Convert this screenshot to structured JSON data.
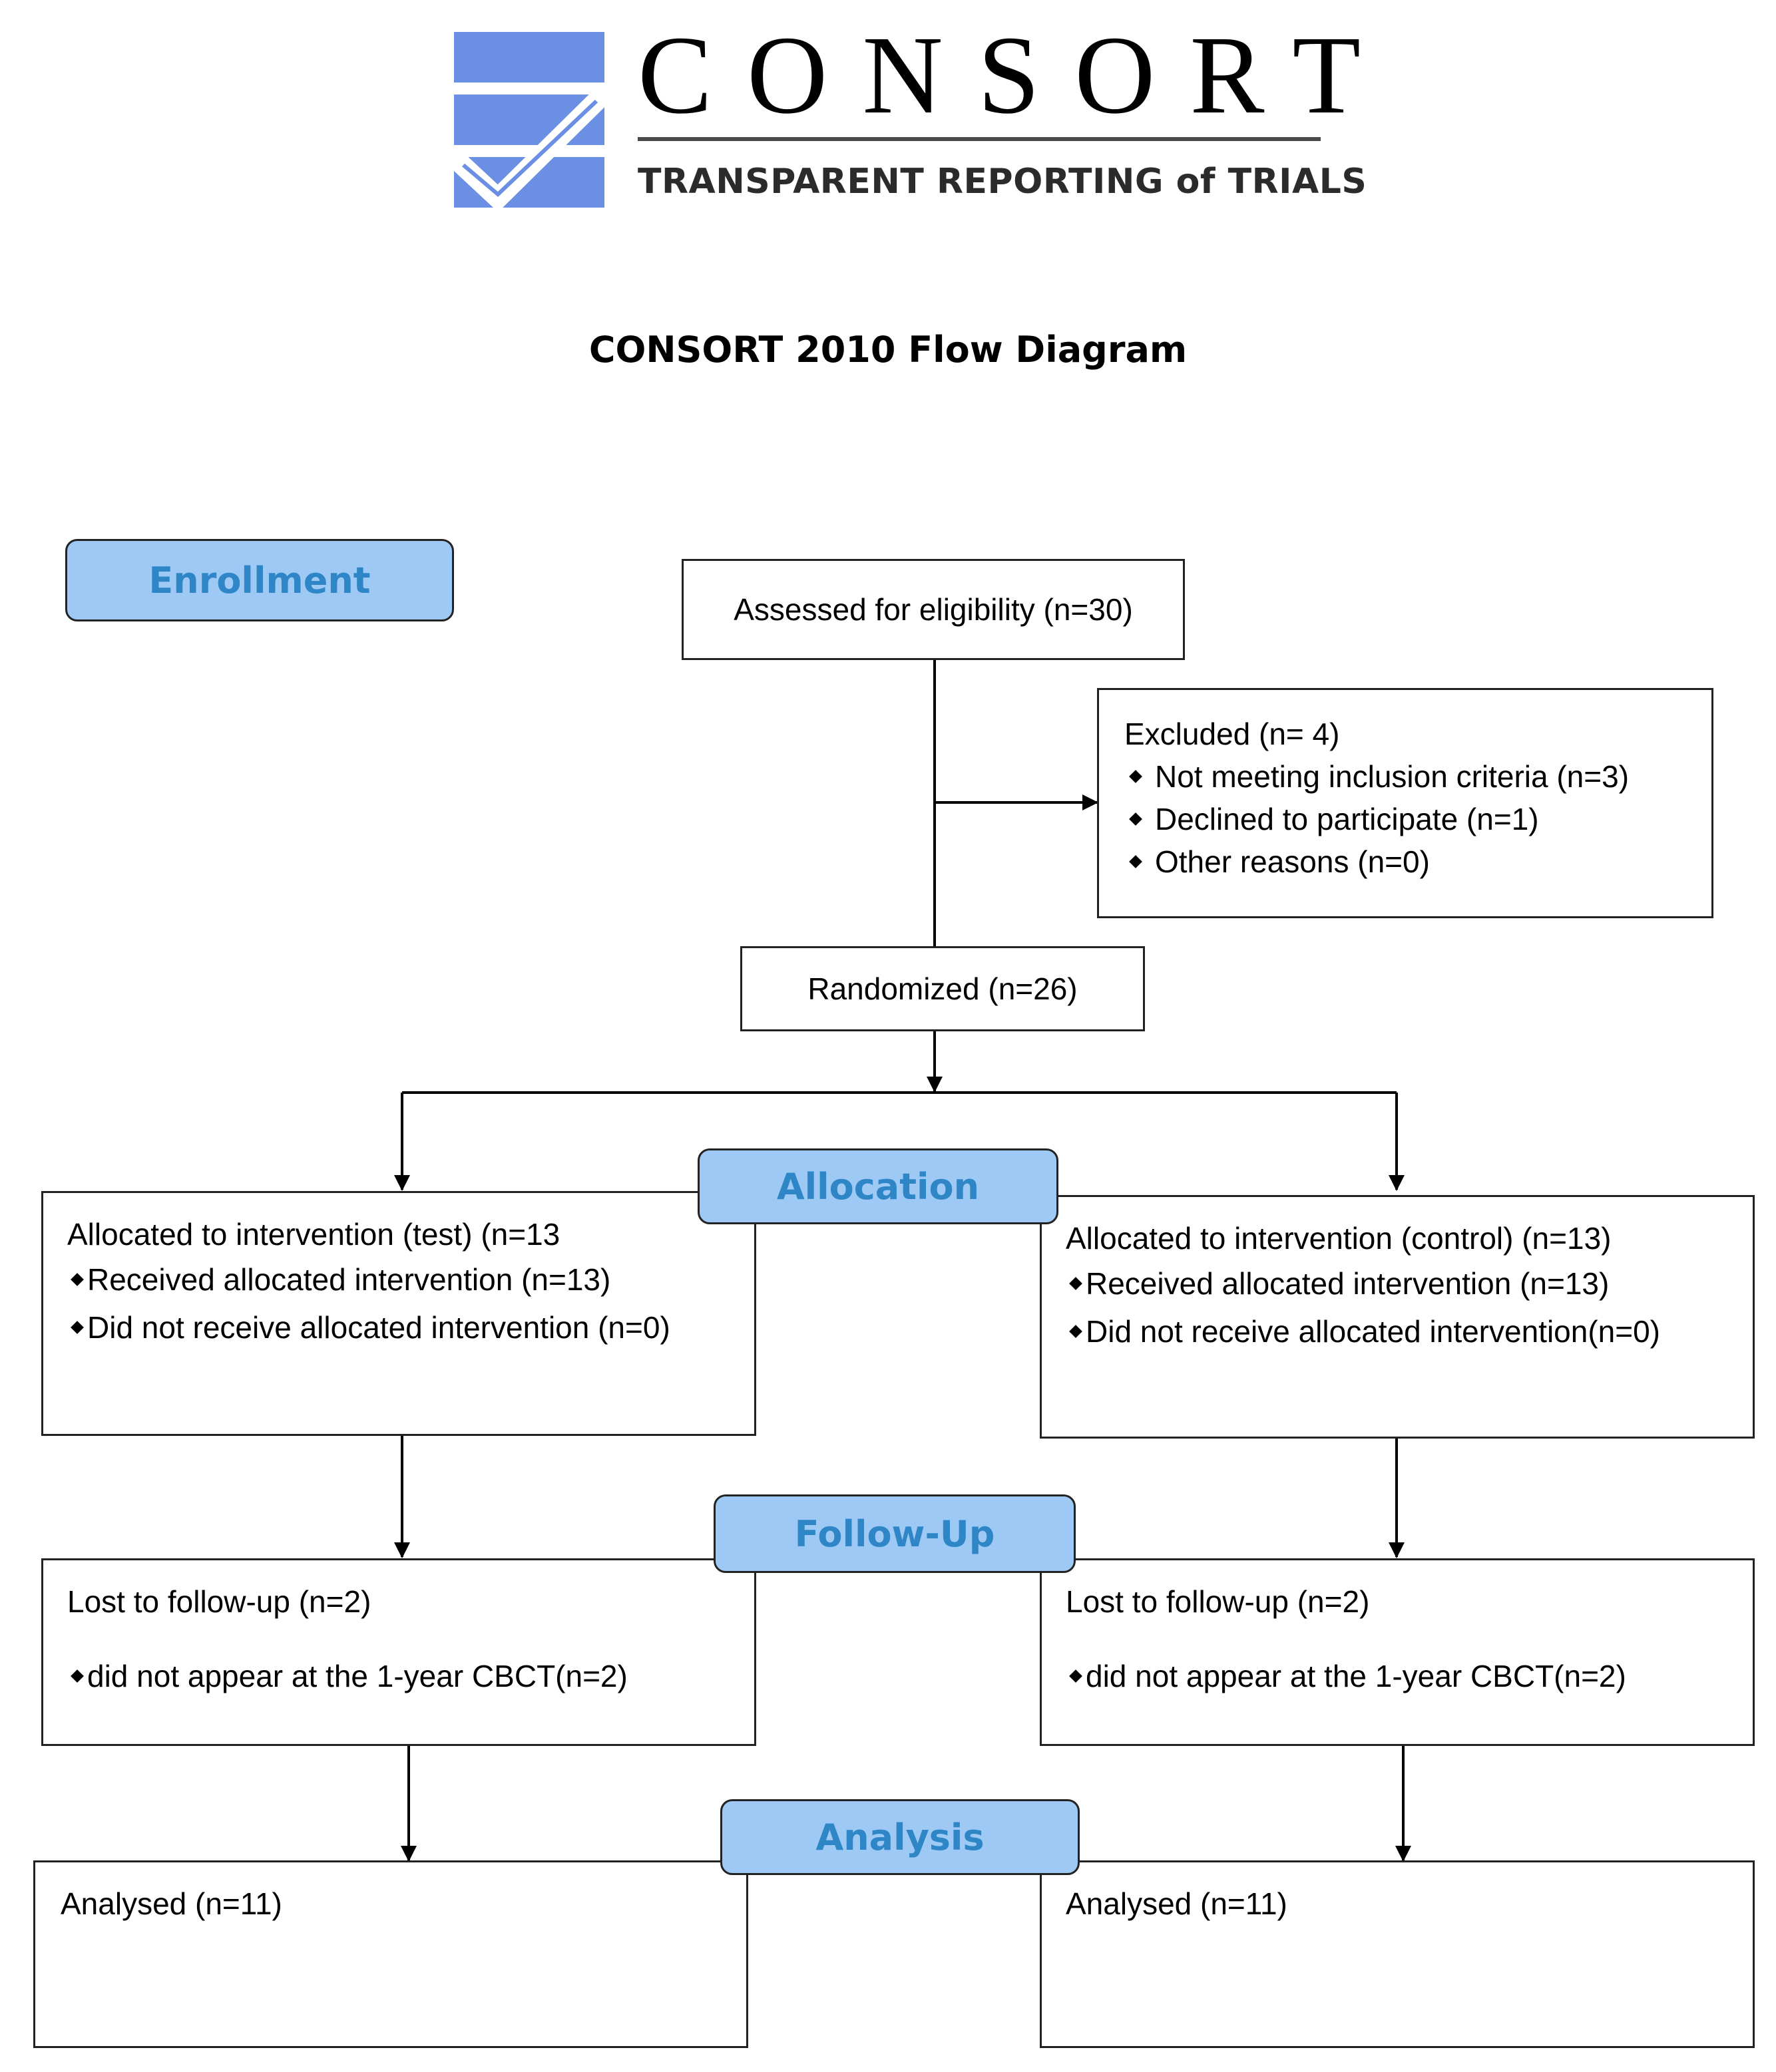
{
  "logo": {
    "wordmark": "CONSORT",
    "tagline": "TRANSPARENT REPORTING of TRIALS",
    "mark_color": "#6b8fe3",
    "tick_color": "#ffffff"
  },
  "title": "CONSORT 2010 Flow Diagram",
  "stages": {
    "enrollment": "Enrollment",
    "allocation": "Allocation",
    "follow_up": "Follow-Up",
    "analysis": "Analysis"
  },
  "enrollment": {
    "assessed": "Assessed for eligibility (n=30)",
    "excluded": {
      "title": "Excluded (n= 4)",
      "items": [
        "Not meeting inclusion criteria (n=3)",
        "Declined to participate (n=1)",
        "Other reasons (n=0)"
      ]
    },
    "randomized": "Randomized (n=26)"
  },
  "allocation": {
    "test": {
      "title": "Allocated to intervention (test) (n=13",
      "items": [
        "Received allocated intervention (n=13)",
        "Did not receive allocated intervention (n=0)"
      ]
    },
    "control": {
      "title": "Allocated to intervention (control) (n=13)",
      "items": [
        "Received allocated intervention (n=13)",
        "Did not receive allocated intervention(n=0)"
      ]
    }
  },
  "follow_up": {
    "test": {
      "title": "Lost to follow-up (n=2)",
      "item": "did not appear at the 1-year CBCT(n=2)"
    },
    "control": {
      "title": "Lost to follow-up (n=2)",
      "item": "did not appear at the 1-year CBCT(n=2)"
    }
  },
  "analysis": {
    "test": "Analysed (n=11)",
    "control": "Analysed (n=11)"
  },
  "colors": {
    "stage_fill": "#9ec9f5",
    "stage_text": "#2e86c6",
    "border": "#222222"
  }
}
